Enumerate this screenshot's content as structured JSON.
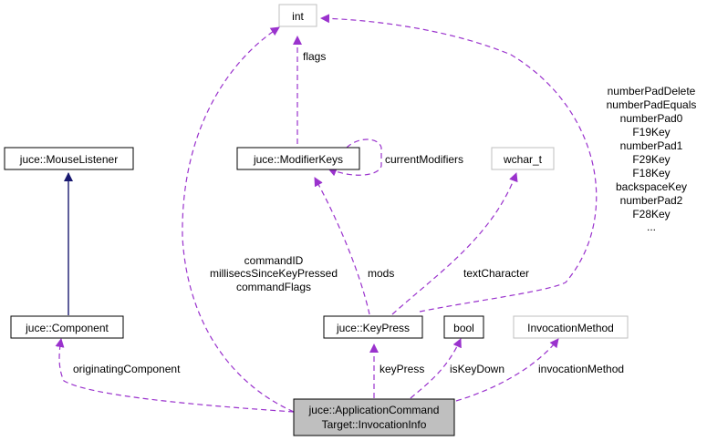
{
  "colors": {
    "uses_edge": "#9a32cd",
    "inherit_edge": "#191970",
    "node_border": "#000000",
    "external_node_border": "#bfbfbf",
    "focus_fill": "#bfbfbf",
    "background": "#ffffff"
  },
  "nodes": {
    "int": "int",
    "modifier_keys": "juce::ModifierKeys",
    "wchar_t": "wchar_t",
    "mouse_listener": "juce::MouseListener",
    "component": "juce::Component",
    "key_press": "juce::KeyPress",
    "bool": "bool",
    "invocation_method": "InvocationMethod",
    "focus_line1": "juce::ApplicationCommand",
    "focus_line2": "Target::InvocationInfo"
  },
  "edge_labels": {
    "flags": "flags",
    "current_modifiers": "currentModifiers",
    "mods": "mods",
    "text_character": "textCharacter",
    "key_press": "keyPress",
    "is_key_down": "isKeyDown",
    "invocation_method": "invocationMethod",
    "originating_component": "originatingComponent",
    "command_fields": [
      "commandID",
      "millisecsSinceKeyPressed",
      "commandFlags"
    ],
    "keypress_int_fields": [
      "numberPadDelete",
      "numberPadEquals",
      "numberPad0",
      "F19Key",
      "numberPad1",
      "F29Key",
      "F18Key",
      "backspaceKey",
      "numberPad2",
      "F28Key",
      "..."
    ]
  }
}
